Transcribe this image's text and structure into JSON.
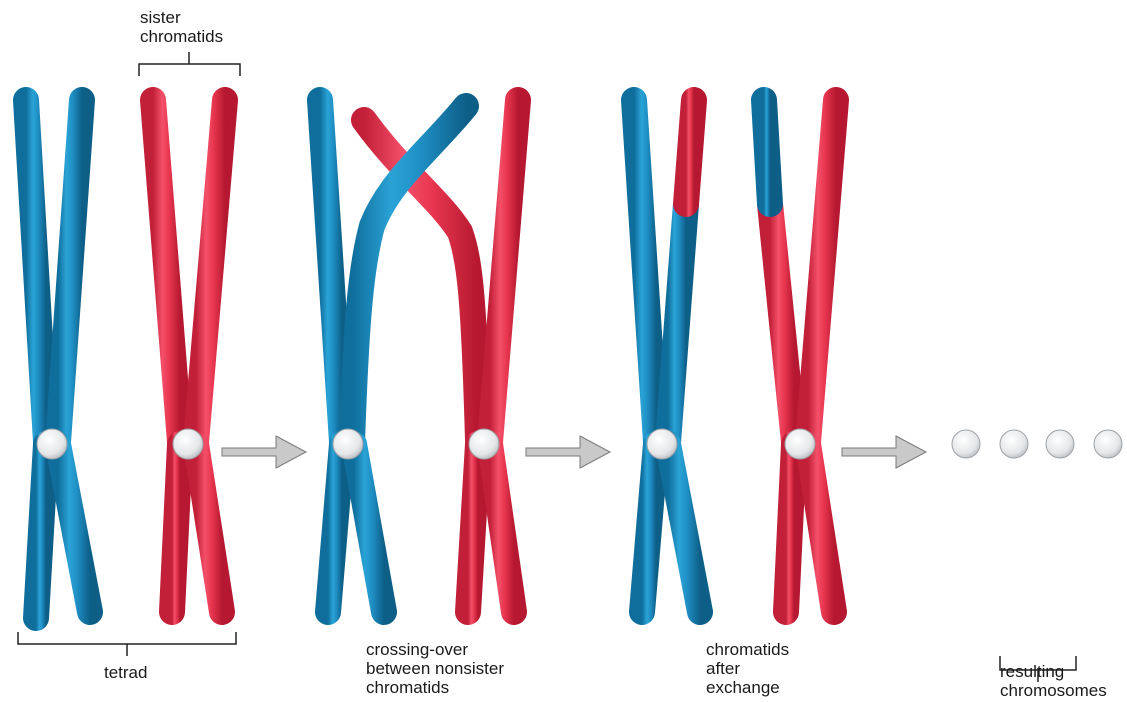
{
  "colors": {
    "maternal_blue": "#1f8fc4",
    "paternal_red": "#e8364f",
    "centromere": "#e9eaec",
    "arrow_fill": "#c9c9c9",
    "arrow_stroke": "#7a7a7a",
    "bracket": "#222222"
  },
  "labels": {
    "sister_chromatids": [
      "sister",
      "chromatids"
    ],
    "tetrad": "tetrad",
    "crossing_over": [
      "crossing-over",
      "between nonsister",
      "chromatids"
    ],
    "chromatids_after_exchange": [
      "chromatids",
      "after",
      "exchange"
    ],
    "resulting_chromosomes": [
      "resulting",
      "chromosomes"
    ]
  }
}
